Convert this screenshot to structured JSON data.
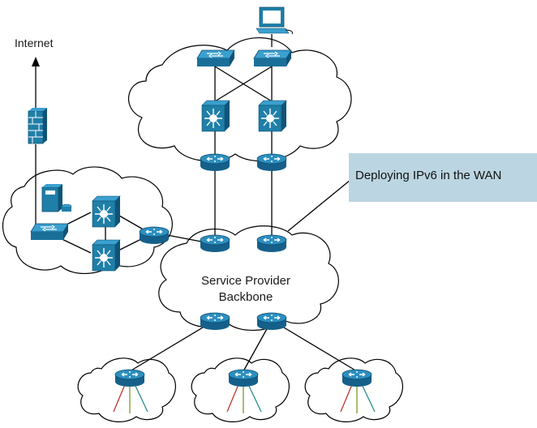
{
  "labels": {
    "internet": "Internet",
    "backbone_line1": "Service Provider",
    "backbone_line2": "Backbone",
    "callout": "Deploying IPv6 in the WAN"
  },
  "colors": {
    "cloud_stroke": "#000000",
    "device_fill": "#1f7fa8",
    "callout_bg": "#bcd5e2",
    "branch_link_red": "#c0392b",
    "branch_link_green": "#7a9a2a",
    "branch_link_teal": "#2a8a8a"
  },
  "icons": [
    "computer-icon",
    "switch-icon",
    "multilayer-switch-icon",
    "router-icon",
    "firewall-icon",
    "server-icon"
  ]
}
